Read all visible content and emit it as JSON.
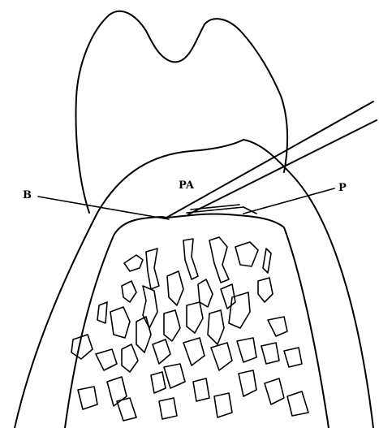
{
  "labels": {
    "pa": "PA",
    "b": "B",
    "p": "P"
  },
  "colors": {
    "ink": "#000000",
    "background": "#ffffff"
  }
}
